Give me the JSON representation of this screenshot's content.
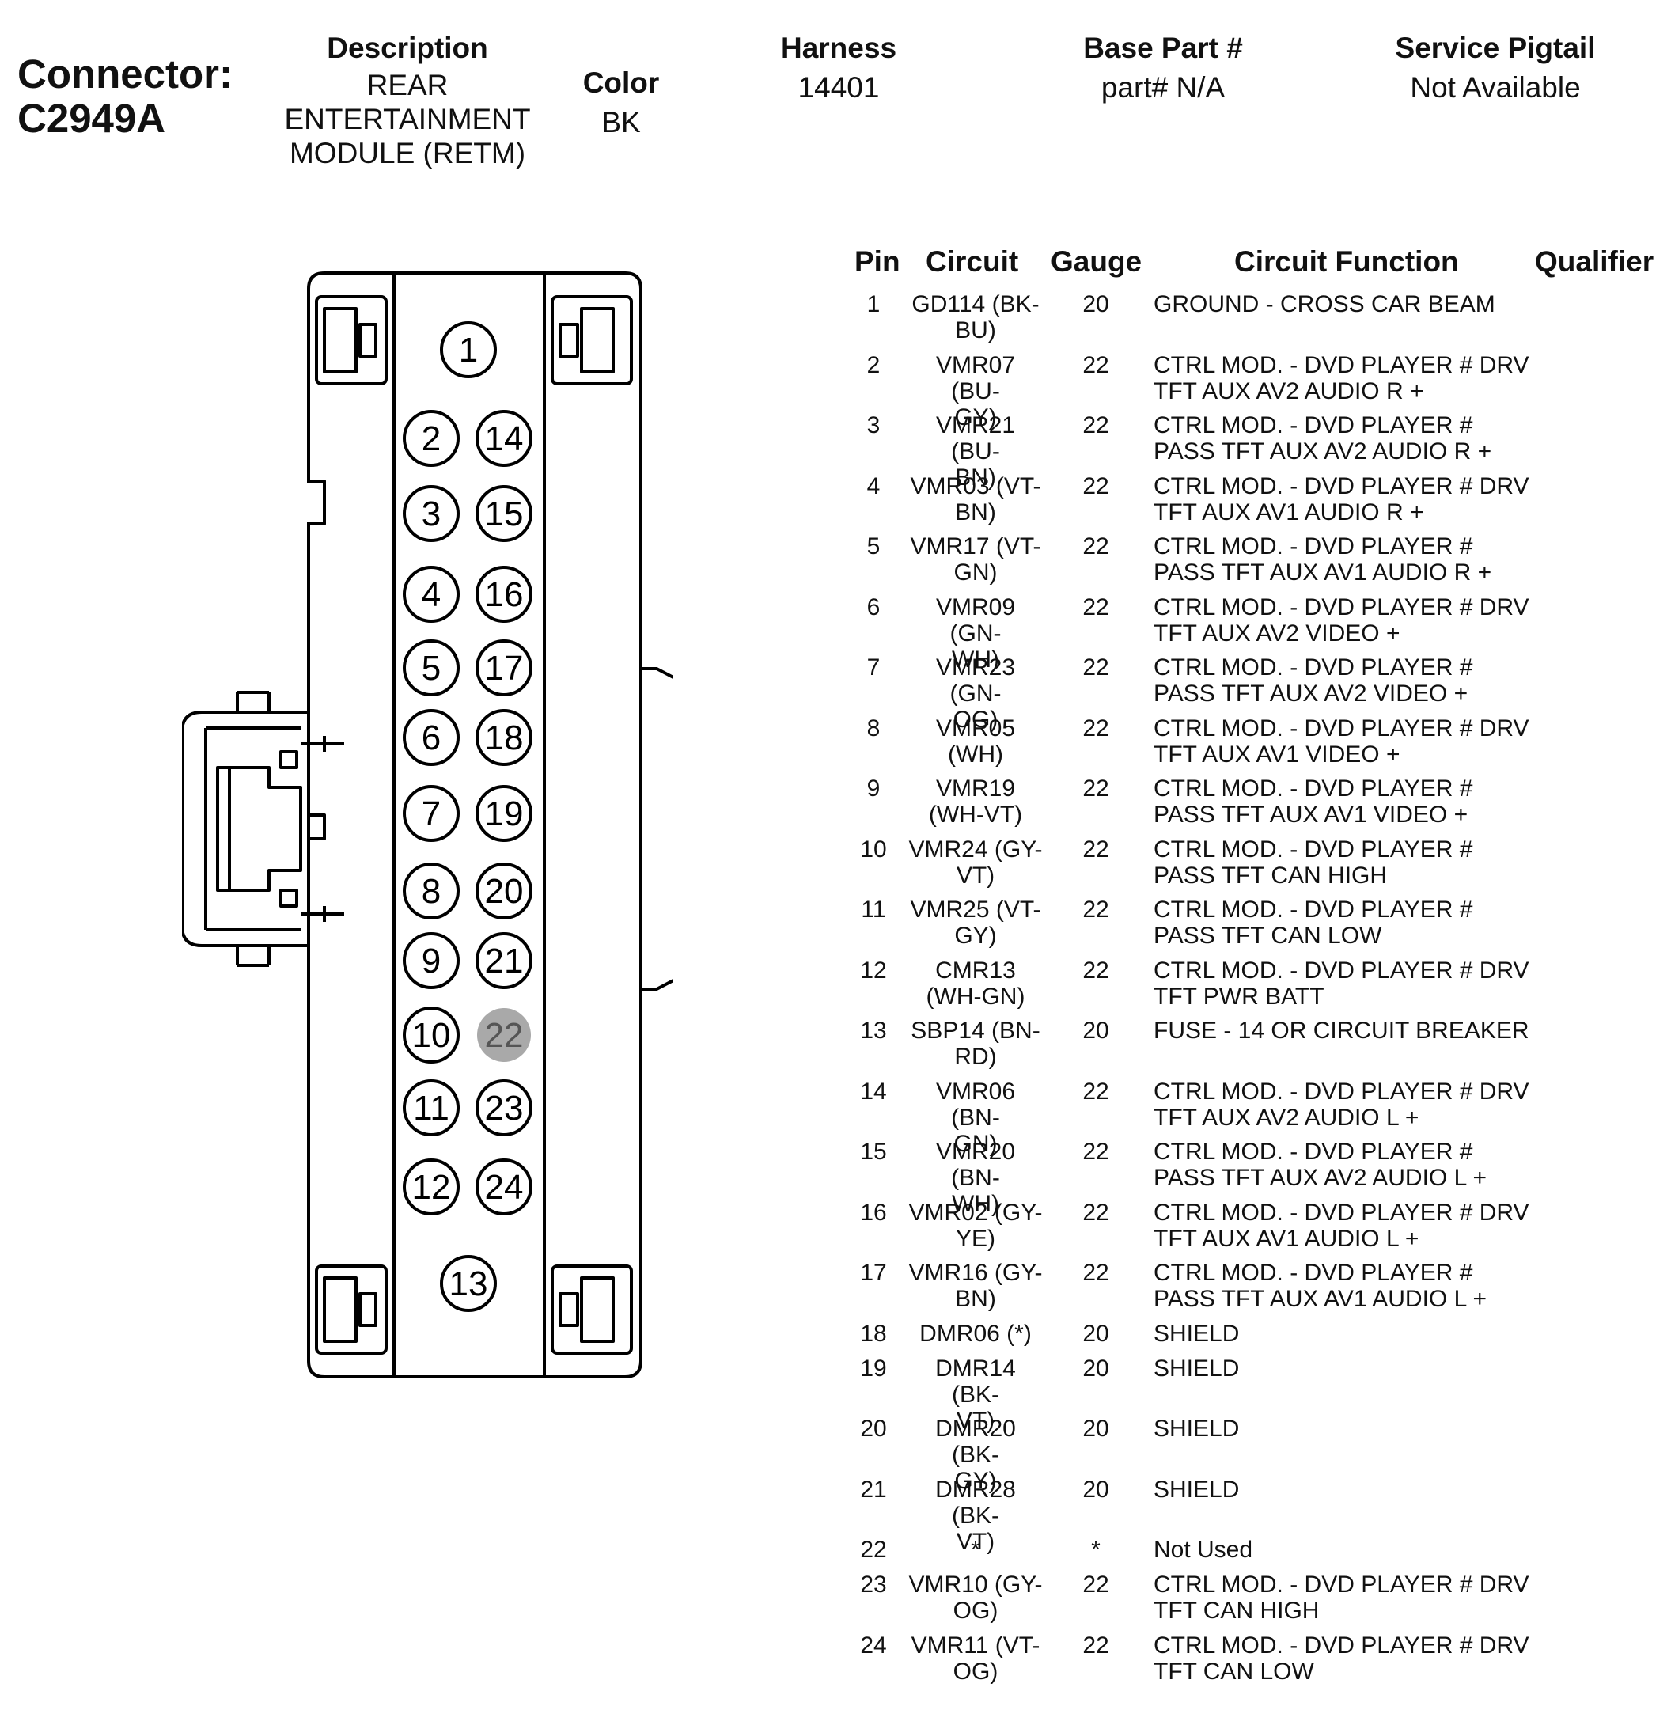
{
  "connector": {
    "label": "Connector:",
    "id": "C2949A"
  },
  "header": {
    "description": {
      "label": "Description",
      "lines": [
        "REAR",
        "ENTERTAINMENT",
        "MODULE (RETM)"
      ]
    },
    "color": {
      "label": "Color",
      "value": "BK"
    },
    "harness": {
      "label": "Harness",
      "value": "14401"
    },
    "base_part": {
      "label": "Base Part #",
      "value": "part# N/A"
    },
    "service_pigtail": {
      "label": "Service Pigtail",
      "value": "Not Available"
    }
  },
  "table": {
    "headers": {
      "pin": "Pin",
      "circuit": "Circuit",
      "gauge": "Gauge",
      "function": "Circuit Function",
      "qualifier": "Qualifier"
    },
    "rows": [
      {
        "pin": "1",
        "circuit": [
          "GD114 (BK-",
          "BU)"
        ],
        "gauge": "20",
        "function": [
          "GROUND - CROSS CAR BEAM"
        ],
        "qualifier": ""
      },
      {
        "pin": "2",
        "circuit": [
          "VMR07 (BU-",
          "GY)"
        ],
        "gauge": "22",
        "function": [
          "CTRL MOD. - DVD PLAYER # DRV",
          "TFT AUX AV2 AUDIO R +"
        ],
        "qualifier": ""
      },
      {
        "pin": "3",
        "circuit": [
          "VMR21 (BU-",
          "BN)"
        ],
        "gauge": "22",
        "function": [
          "CTRL MOD. - DVD PLAYER #",
          "PASS TFT AUX AV2 AUDIO R +"
        ],
        "qualifier": ""
      },
      {
        "pin": "4",
        "circuit": [
          "VMR03 (VT-",
          "BN)"
        ],
        "gauge": "22",
        "function": [
          "CTRL MOD. - DVD PLAYER # DRV",
          "TFT AUX AV1 AUDIO R +"
        ],
        "qualifier": ""
      },
      {
        "pin": "5",
        "circuit": [
          "VMR17 (VT-",
          "GN)"
        ],
        "gauge": "22",
        "function": [
          "CTRL MOD. - DVD PLAYER #",
          "PASS TFT AUX AV1 AUDIO R +"
        ],
        "qualifier": ""
      },
      {
        "pin": "6",
        "circuit": [
          "VMR09 (GN-",
          "WH)"
        ],
        "gauge": "22",
        "function": [
          "CTRL MOD. - DVD PLAYER # DRV",
          "TFT AUX AV2 VIDEO +"
        ],
        "qualifier": ""
      },
      {
        "pin": "7",
        "circuit": [
          "VMR23 (GN-",
          "OG)"
        ],
        "gauge": "22",
        "function": [
          "CTRL MOD. - DVD PLAYER #",
          "PASS TFT AUX AV2 VIDEO +"
        ],
        "qualifier": ""
      },
      {
        "pin": "8",
        "circuit": [
          "VMR05",
          "(WH)"
        ],
        "gauge": "22",
        "function": [
          "CTRL MOD. - DVD PLAYER # DRV",
          "TFT AUX AV1 VIDEO +"
        ],
        "qualifier": ""
      },
      {
        "pin": "9",
        "circuit": [
          "VMR19",
          "(WH-VT)"
        ],
        "gauge": "22",
        "function": [
          "CTRL MOD. - DVD PLAYER #",
          "PASS TFT AUX AV1 VIDEO +"
        ],
        "qualifier": ""
      },
      {
        "pin": "10",
        "circuit": [
          "VMR24 (GY-",
          "VT)"
        ],
        "gauge": "22",
        "function": [
          "CTRL MOD. - DVD PLAYER #",
          "PASS TFT CAN HIGH"
        ],
        "qualifier": ""
      },
      {
        "pin": "11",
        "circuit": [
          "VMR25 (VT-",
          "GY)"
        ],
        "gauge": "22",
        "function": [
          "CTRL MOD. - DVD PLAYER #",
          "PASS TFT CAN LOW"
        ],
        "qualifier": ""
      },
      {
        "pin": "12",
        "circuit": [
          "CMR13",
          "(WH-GN)"
        ],
        "gauge": "22",
        "function": [
          "CTRL MOD. - DVD PLAYER # DRV",
          "TFT PWR BATT"
        ],
        "qualifier": ""
      },
      {
        "pin": "13",
        "circuit": [
          "SBP14 (BN-",
          "RD)"
        ],
        "gauge": "20",
        "function": [
          "FUSE - 14 OR CIRCUIT BREAKER"
        ],
        "qualifier": ""
      },
      {
        "pin": "14",
        "circuit": [
          "VMR06 (BN-",
          "GN)"
        ],
        "gauge": "22",
        "function": [
          "CTRL MOD. - DVD PLAYER # DRV",
          "TFT AUX AV2 AUDIO L +"
        ],
        "qualifier": ""
      },
      {
        "pin": "15",
        "circuit": [
          "VMR20 (BN-",
          "WH)"
        ],
        "gauge": "22",
        "function": [
          "CTRL MOD. - DVD PLAYER #",
          "PASS TFT AUX AV2 AUDIO L +"
        ],
        "qualifier": ""
      },
      {
        "pin": "16",
        "circuit": [
          "VMR02 (GY-",
          "YE)"
        ],
        "gauge": "22",
        "function": [
          "CTRL MOD. - DVD PLAYER # DRV",
          "TFT AUX AV1 AUDIO L +"
        ],
        "qualifier": ""
      },
      {
        "pin": "17",
        "circuit": [
          "VMR16 (GY-",
          "BN)"
        ],
        "gauge": "22",
        "function": [
          "CTRL MOD. - DVD PLAYER #",
          "PASS TFT AUX AV1 AUDIO L +"
        ],
        "qualifier": ""
      },
      {
        "pin": "18",
        "circuit": [
          "DMR06 (*)"
        ],
        "gauge": "20",
        "function": [
          "SHIELD"
        ],
        "qualifier": ""
      },
      {
        "pin": "19",
        "circuit": [
          "DMR14 (BK-",
          "VT)"
        ],
        "gauge": "20",
        "function": [
          "SHIELD"
        ],
        "qualifier": ""
      },
      {
        "pin": "20",
        "circuit": [
          "DMR20 (BK-",
          "GY)"
        ],
        "gauge": "20",
        "function": [
          "SHIELD"
        ],
        "qualifier": ""
      },
      {
        "pin": "21",
        "circuit": [
          "DMR28 (BK-",
          "VT)"
        ],
        "gauge": "20",
        "function": [
          "SHIELD"
        ],
        "qualifier": ""
      },
      {
        "pin": "22",
        "circuit": [
          "*"
        ],
        "gauge": "*",
        "function": [
          "Not Used"
        ],
        "qualifier": ""
      },
      {
        "pin": "23",
        "circuit": [
          "VMR10 (GY-",
          "OG)"
        ],
        "gauge": "22",
        "function": [
          "CTRL MOD. - DVD PLAYER # DRV",
          "TFT CAN HIGH"
        ],
        "qualifier": ""
      },
      {
        "pin": "24",
        "circuit": [
          "VMR11 (VT-",
          "OG)"
        ],
        "gauge": "22",
        "function": [
          "CTRL MOD. - DVD PLAYER # DRV",
          "TFT CAN LOW"
        ],
        "qualifier": ""
      }
    ]
  },
  "face": {
    "pins": [
      {
        "label": "1",
        "used": true
      },
      {
        "label": "2",
        "used": true
      },
      {
        "label": "3",
        "used": true
      },
      {
        "label": "4",
        "used": true
      },
      {
        "label": "5",
        "used": true
      },
      {
        "label": "6",
        "used": true
      },
      {
        "label": "7",
        "used": true
      },
      {
        "label": "8",
        "used": true
      },
      {
        "label": "9",
        "used": true
      },
      {
        "label": "10",
        "used": true
      },
      {
        "label": "11",
        "used": true
      },
      {
        "label": "12",
        "used": true
      },
      {
        "label": "13",
        "used": true
      },
      {
        "label": "14",
        "used": true
      },
      {
        "label": "15",
        "used": true
      },
      {
        "label": "16",
        "used": true
      },
      {
        "label": "17",
        "used": true
      },
      {
        "label": "18",
        "used": true
      },
      {
        "label": "19",
        "used": true
      },
      {
        "label": "20",
        "used": true
      },
      {
        "label": "21",
        "used": true
      },
      {
        "label": "22",
        "used": false
      },
      {
        "label": "23",
        "used": true
      },
      {
        "label": "24",
        "used": true
      }
    ],
    "unused_pin_color": "#a9a9a9"
  }
}
